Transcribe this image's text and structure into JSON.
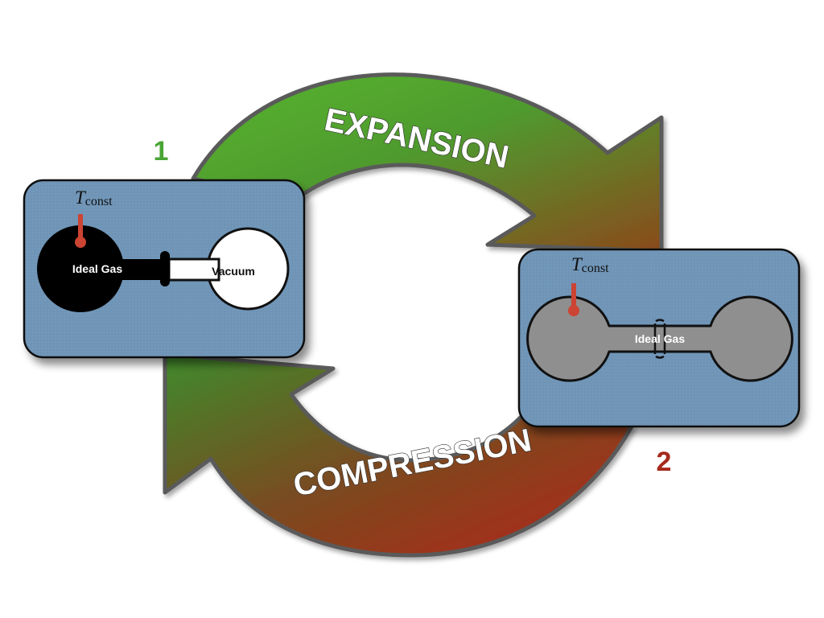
{
  "cycle": {
    "expansion_label": "EXPANSION",
    "compression_label": "COMPRESSION"
  },
  "state1": {
    "number": "1",
    "number_color": "#4aa535",
    "temperature_symbol": "T",
    "temperature_subscript": "const",
    "left_bulb_label": "Ideal Gas",
    "right_bulb_label": "Vacuum",
    "left_bulb_color": "#000000",
    "right_bulb_color": "#ffffff"
  },
  "state2": {
    "number": "2",
    "number_color": "#a62a1c",
    "temperature_symbol": "T",
    "temperature_subscript": "const",
    "gas_label": "Ideal Gas",
    "gas_color": "#8f8f8f"
  },
  "colors": {
    "panel_fill": "#6f95b7",
    "arrow_green": "#4fae2f",
    "arrow_red": "#b0281b",
    "thermometer": "#cc4433"
  }
}
